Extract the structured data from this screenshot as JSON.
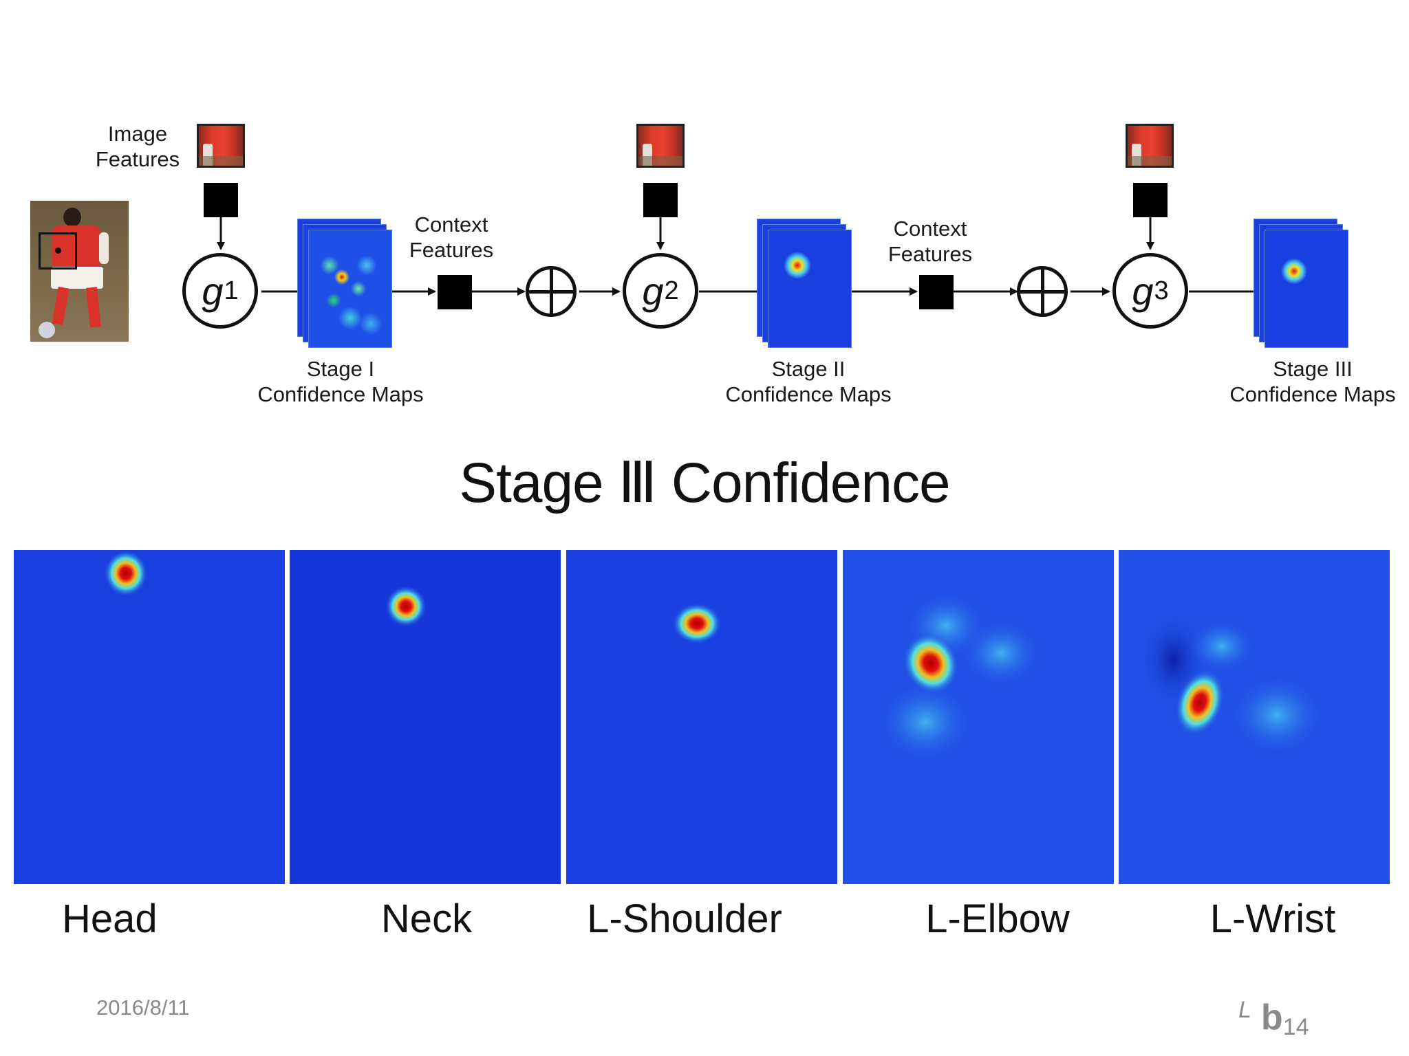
{
  "diagram": {
    "image_features_label": "Image\nFeatures",
    "context_features_label_1": "Context\nFeatures",
    "context_features_label_2": "Context\nFeatures",
    "nodes": [
      {
        "symbol": "g",
        "index": "1"
      },
      {
        "symbol": "g",
        "index": "2"
      },
      {
        "symbol": "g",
        "index": "3"
      }
    ],
    "stage_labels": [
      "Stage I\nConfidence Maps",
      "Stage II\nConfidence Maps",
      "Stage III\nConfidence Maps"
    ]
  },
  "main": {
    "title": "Stage Ⅲ Confidence",
    "panels": [
      {
        "label": "Head"
      },
      {
        "label": "Neck"
      },
      {
        "label": "L-Shoulder"
      },
      {
        "label": "L-Elbow"
      },
      {
        "label": "L-Wrist"
      }
    ]
  },
  "footer": {
    "date": "2016/8/11",
    "logo_l": "L",
    "logo_b": "b",
    "page_number": "14"
  },
  "colors": {
    "heatmap_background": "#1a3fe0",
    "heatmap_hot": "#e01010"
  }
}
